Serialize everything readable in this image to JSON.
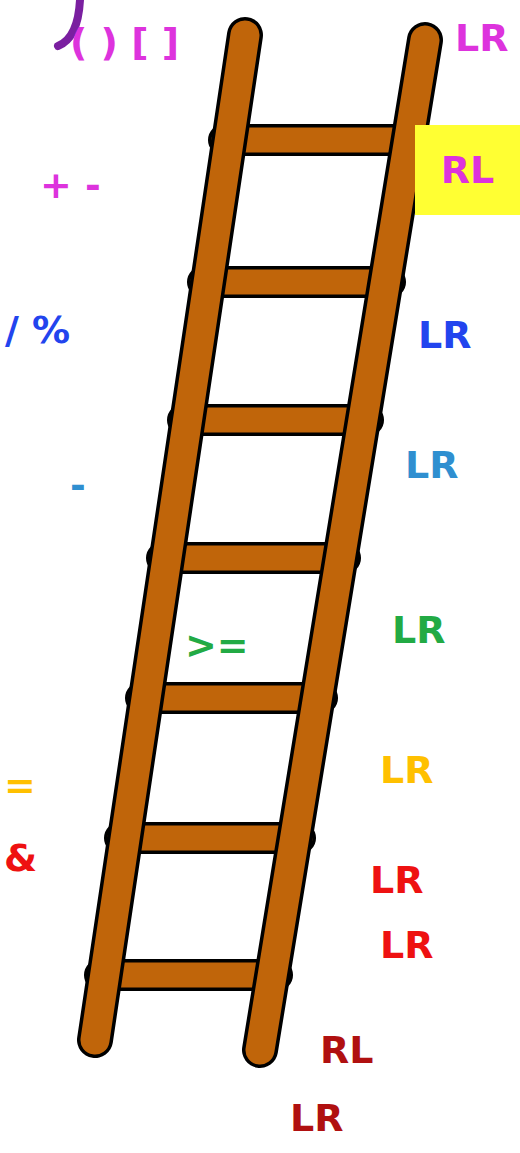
{
  "diagram": {
    "nodes": [
      {
        "text": [
          "RL"
        ]
      }
    ],
    "labels": [
      "( ) [ ]",
      "LR",
      "+ -",
      "/ %",
      "LR",
      "-",
      "LR",
      ">=",
      "LR",
      "=",
      "LR",
      "&",
      "LR",
      "LR",
      "RL",
      "LR"
    ]
  }
}
